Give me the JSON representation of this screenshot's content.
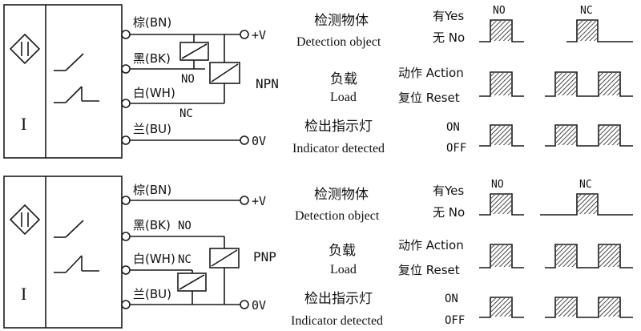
{
  "colors": {
    "line": "#1a1a1a",
    "hatch": "#1a1a1a",
    "background": "#ffffff"
  },
  "icons": {
    "sensor": "diamond-sensor-icon",
    "coil": "relay-coil-icon",
    "switch": "switch-contact-icon"
  },
  "npn": {
    "sensor_letter": "I",
    "wires": {
      "brown": "棕(BN)",
      "black": "黑(BK)",
      "white": "白(WH)",
      "blue": "兰(BU)"
    },
    "supply": {
      "plus": "+V",
      "zero": "0V"
    },
    "contacts": {
      "no": "NO",
      "nc": "NC"
    },
    "type_label": "NPN",
    "table": {
      "detection": {
        "zh": "检测物体",
        "en": "Detection object",
        "yes": "有Yes",
        "no": "无 No"
      },
      "load": {
        "zh": "负载",
        "en": "Load",
        "action": "动作 Action",
        "reset": "复位 Reset"
      },
      "indicator": {
        "zh": "检出指示灯",
        "en": "Indicator detected",
        "on": "ON",
        "off": "OFF"
      },
      "col_no": "NO",
      "col_nc": "NC"
    }
  },
  "pnp": {
    "sensor_letter": "I",
    "wires": {
      "brown": "棕(BN)",
      "black": "黑(BK)",
      "white": "白(WH)",
      "blue": "兰(BU)"
    },
    "supply": {
      "plus": "+V",
      "zero": "0V"
    },
    "contacts": {
      "no": "NO",
      "nc": "NC"
    },
    "type_label": "PNP",
    "table": {
      "detection": {
        "zh": "检测物体",
        "en": "Detection object",
        "yes": "有Yes",
        "no": "无 No"
      },
      "load": {
        "zh": "负载",
        "en": "Load",
        "action": "动作 Action",
        "reset": "复位 Reset"
      },
      "indicator": {
        "zh": "检出指示灯",
        "en": "Indicator detected",
        "on": "ON",
        "off": "OFF"
      },
      "col_no": "NO",
      "col_nc": "NC"
    }
  }
}
